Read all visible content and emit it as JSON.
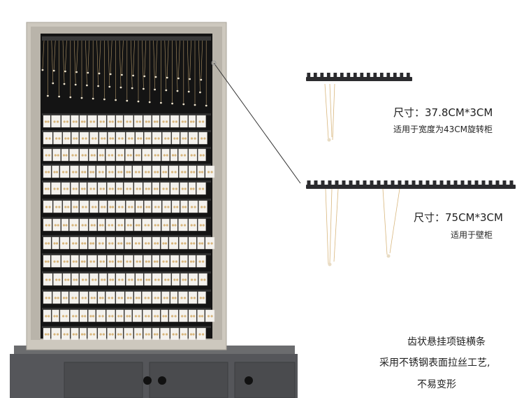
{
  "colors": {
    "frame": "#c7c2b8",
    "panel": "#141414",
    "card": "#f4f2ee",
    "bar": "#2b2b2e",
    "cabinet": "#5a5b5d",
    "gold": "#d8b67c"
  },
  "short_bar": {
    "size": "尺寸：37.8CM*3CM",
    "usage": "适用于宽度为43CM旋转柜"
  },
  "long_bar": {
    "size": "尺寸：75CM*3CM",
    "usage": "适用于壁柜"
  },
  "caption": {
    "line1": "齿状悬挂项链横条",
    "line2": "采用不锈钢表面拉丝工艺,",
    "line3": "不易变形"
  }
}
